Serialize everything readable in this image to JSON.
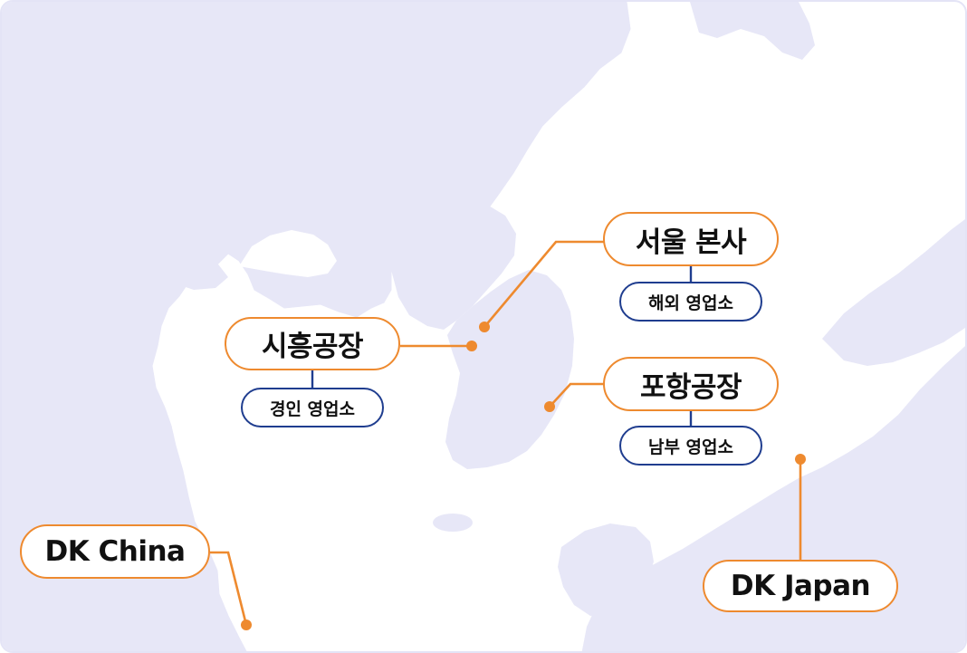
{
  "colors": {
    "land": "#e7e7f7",
    "sea": "#ffffff",
    "accent": "#ee8a2f",
    "branch_border": "#1f3d8f",
    "frame_border": "#e4e4f6"
  },
  "locations": {
    "seoul_hq": {
      "label": "서울 본사",
      "branch": "해외 영업소"
    },
    "siheung_plant": {
      "label": "시흥공장",
      "branch": "경인 영업소"
    },
    "pohang_plant": {
      "label": "포항공장",
      "branch": "남부 영업소"
    },
    "dk_china": {
      "label": "DK China"
    },
    "dk_japan": {
      "label": "DK Japan"
    }
  }
}
